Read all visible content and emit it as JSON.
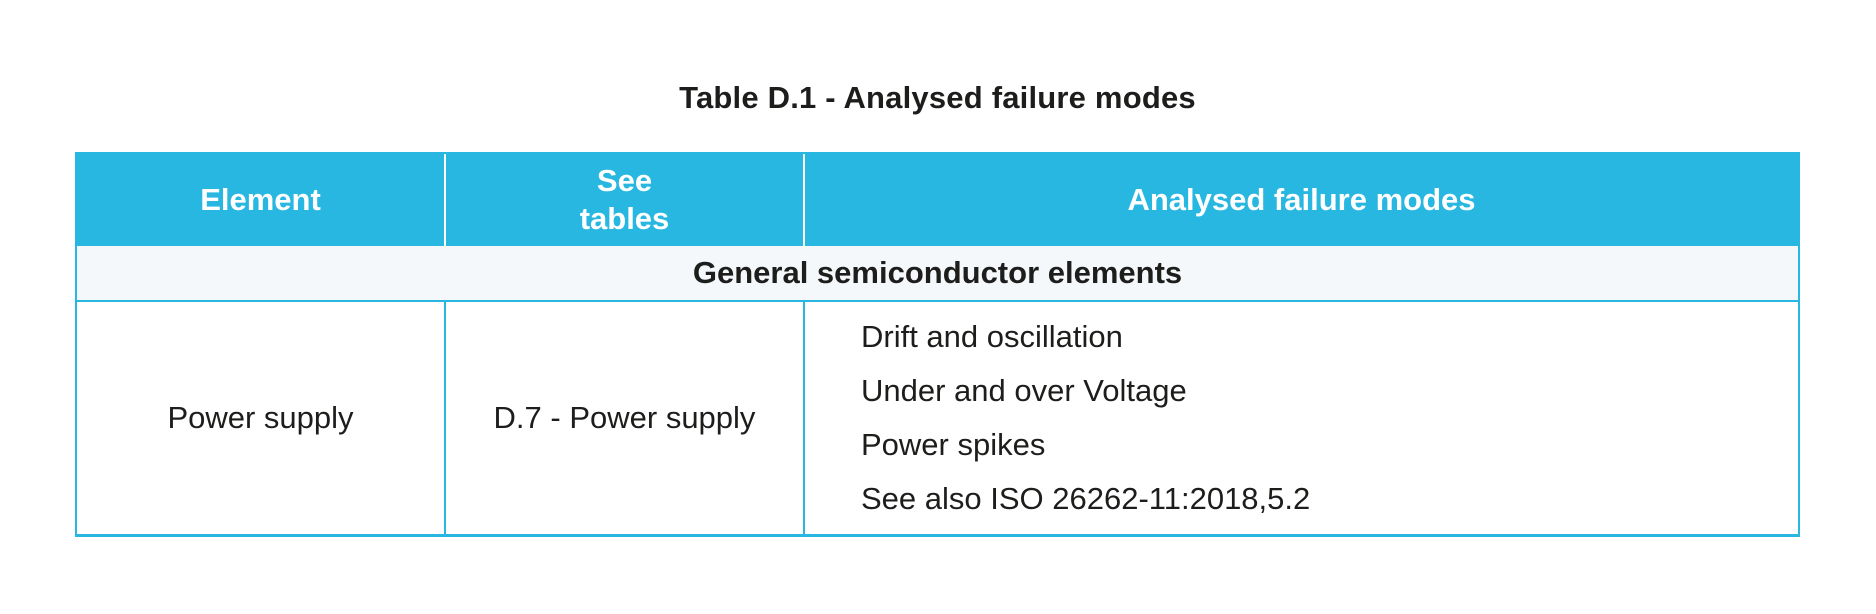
{
  "title": "Table D.1 - Analysed failure modes",
  "table": {
    "headers": [
      "Element",
      "See\ntables",
      "Analysed failure modes"
    ],
    "section": "General semiconductor elements",
    "rows": [
      {
        "element": "Power supply",
        "see_tables": "D.7 - Power supply",
        "failure_modes": [
          "Drift and oscillation",
          "Under and over Voltage",
          "Power spikes",
          "See also ISO 26262-11:2018,5.2"
        ]
      }
    ]
  },
  "colors": {
    "accent": "#27b7e0",
    "section_bg": "#f4f8fb",
    "header_text": "#ffffff",
    "body_text": "#1d1d1b",
    "page_bg": "#ffffff"
  }
}
